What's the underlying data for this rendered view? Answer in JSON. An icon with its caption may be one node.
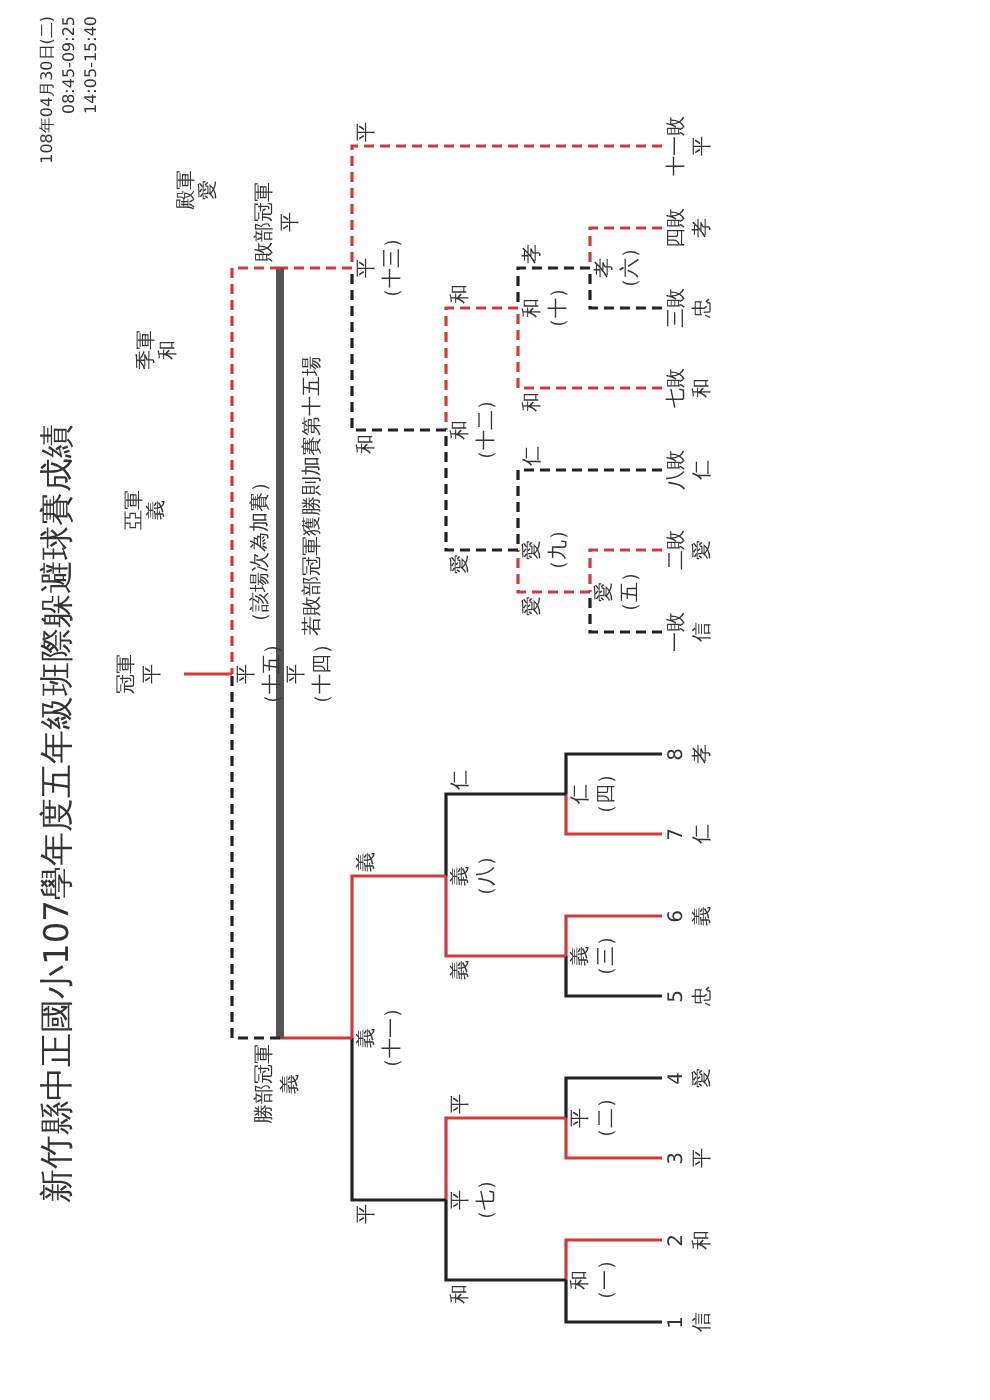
{
  "diagram": {
    "title": "新竹縣中正國小107學年度五年級班際躲避球賽成績",
    "nodes": [
      {
        "text": [
          "1",
          "信"
        ]
      },
      {
        "text": [
          "2",
          "和"
        ]
      },
      {
        "text": [
          "3",
          "平"
        ]
      },
      {
        "text": [
          "4",
          "愛"
        ]
      },
      {
        "text": [
          "5",
          "忠"
        ]
      },
      {
        "text": [
          "6",
          "義"
        ]
      },
      {
        "text": [
          "7",
          "仁"
        ]
      },
      {
        "text": [
          "8",
          "孝"
        ]
      },
      {
        "text": [
          "和",
          "（一）"
        ]
      },
      {
        "text": [
          "平",
          "（二）"
        ]
      },
      {
        "text": [
          "義",
          "（三）"
        ]
      },
      {
        "text": [
          "仁",
          "（四）"
        ]
      },
      {
        "text": [
          "平",
          "（七）"
        ]
      },
      {
        "text": [
          "義",
          "（八）"
        ]
      },
      {
        "text": [
          "義",
          "（十一）"
        ]
      },
      {
        "text": [
          "勝部冠軍",
          "義"
        ]
      },
      {
        "text": [
          "一敗",
          "信"
        ]
      },
      {
        "text": [
          "二敗",
          "愛"
        ]
      },
      {
        "text": [
          "八敗",
          "仁"
        ]
      },
      {
        "text": [
          "七敗",
          "和"
        ]
      },
      {
        "text": [
          "三敗",
          "忠"
        ]
      },
      {
        "text": [
          "四敗",
          "孝"
        ]
      },
      {
        "text": [
          "十一敗",
          "平"
        ]
      },
      {
        "text": [
          "愛",
          "（五）"
        ]
      },
      {
        "text": [
          "孝",
          "（六）"
        ]
      },
      {
        "text": [
          "愛",
          "（九）"
        ]
      },
      {
        "text": [
          "和",
          "（十）"
        ]
      },
      {
        "text": [
          "和",
          "（十二）"
        ]
      },
      {
        "text": [
          "平",
          "（十三）"
        ]
      },
      {
        "text": [
          "敗部冠軍",
          "平"
        ]
      },
      {
        "text": [
          "平",
          "（十四）"
        ],
        "beside": [
          "若敗部冠軍獲勝則加賽第十五場"
        ]
      },
      {
        "text": [
          "平",
          "（十五）"
        ],
        "beside": [
          "（該場次為加賽）"
        ]
      },
      {
        "text": [
          "冠軍",
          "平"
        ]
      }
    ],
    "edges": [
      {
        "from": 0,
        "to": 8,
        "arrow": "none",
        "color": "#222222"
      },
      {
        "from": 1,
        "to": 8,
        "arrow": "none",
        "color": "#d23a3a"
      },
      {
        "from": 2,
        "to": 9,
        "arrow": "none",
        "color": "#d23a3a"
      },
      {
        "from": 3,
        "to": 9,
        "arrow": "none",
        "color": "#222222"
      },
      {
        "from": 4,
        "to": 10,
        "arrow": "none",
        "color": "#222222"
      },
      {
        "from": 5,
        "to": 10,
        "arrow": "none",
        "color": "#d23a3a"
      },
      {
        "from": 6,
        "to": 11,
        "arrow": "none",
        "color": "#d23a3a"
      },
      {
        "from": 7,
        "to": 11,
        "arrow": "none",
        "color": "#222222"
      },
      {
        "from": 8,
        "to": 12,
        "arrow": "none",
        "label": "和",
        "color": "#222222"
      },
      {
        "from": 9,
        "to": 12,
        "arrow": "none",
        "label": "平",
        "color": "#d23a3a"
      },
      {
        "from": 10,
        "to": 13,
        "arrow": "none",
        "label": "義",
        "color": "#d23a3a"
      },
      {
        "from": 11,
        "to": 13,
        "arrow": "none",
        "label": "仁",
        "color": "#222222"
      },
      {
        "from": 12,
        "to": 14,
        "arrow": "none",
        "label": "平",
        "color": "#222222"
      },
      {
        "from": 13,
        "to": 14,
        "arrow": "none",
        "label": "義",
        "color": "#d23a3a"
      },
      {
        "from": 14,
        "to": 15,
        "arrow": "none",
        "color": "#d23a3a"
      },
      {
        "from": 16,
        "to": 23,
        "arrow": "none",
        "style": "dashed",
        "color": "#222222"
      },
      {
        "from": 17,
        "to": 23,
        "arrow": "none",
        "style": "dashed",
        "color": "#d23a3a"
      },
      {
        "from": 21,
        "to": 24,
        "arrow": "none",
        "style": "dashed",
        "color": "#d23a3a"
      },
      {
        "from": 20,
        "to": 24,
        "arrow": "none",
        "style": "dashed",
        "color": "#222222"
      },
      {
        "from": 23,
        "to": 25,
        "arrow": "none",
        "label": "愛",
        "style": "dashed",
        "color": "#d23a3a"
      },
      {
        "from": 18,
        "to": 25,
        "arrow": "none",
        "label": "仁",
        "style": "dashed",
        "color": "#222222"
      },
      {
        "from": 24,
        "to": 26,
        "arrow": "none",
        "label": "孝",
        "style": "dashed",
        "color": "#222222"
      },
      {
        "from": 19,
        "to": 26,
        "arrow": "none",
        "label": "和",
        "style": "dashed",
        "color": "#d23a3a"
      },
      {
        "from": 25,
        "to": 27,
        "arrow": "none",
        "label": "愛",
        "style": "dashed",
        "color": "#222222"
      },
      {
        "from": 26,
        "to": 27,
        "arrow": "none",
        "label": "和",
        "style": "dashed",
        "color": "#d23a3a"
      },
      {
        "from": 27,
        "to": 28,
        "arrow": "none",
        "label": "和",
        "style": "dashed",
        "color": "#222222"
      },
      {
        "from": 22,
        "to": 28,
        "arrow": "none",
        "label": "平",
        "style": "dashed",
        "color": "#d23a3a"
      },
      {
        "from": 28,
        "to": 29,
        "arrow": "none",
        "style": "dashed",
        "color": "#d23a3a"
      },
      {
        "from": 15,
        "to": 30,
        "arrow": "none",
        "style": "thick",
        "color": "#555555"
      },
      {
        "from": 29,
        "to": 30,
        "arrow": "none",
        "style": "thick",
        "color": "#555555"
      },
      {
        "from": 15,
        "to": 31,
        "arrow": "none",
        "style": "dashed",
        "color": "#222222"
      },
      {
        "from": 29,
        "to": 31,
        "arrow": "none",
        "style": "dashed",
        "color": "#d23a3a"
      },
      {
        "from": 31,
        "to": 32,
        "arrow": "none",
        "color": "#d23a3a"
      }
    ],
    "labels": [
      "108年04月30日(二)",
      "08:45-09:25",
      "14:05-15:40",
      "殿軍",
      "愛",
      "季軍",
      "和",
      "亞軍",
      "義"
    ]
  }
}
